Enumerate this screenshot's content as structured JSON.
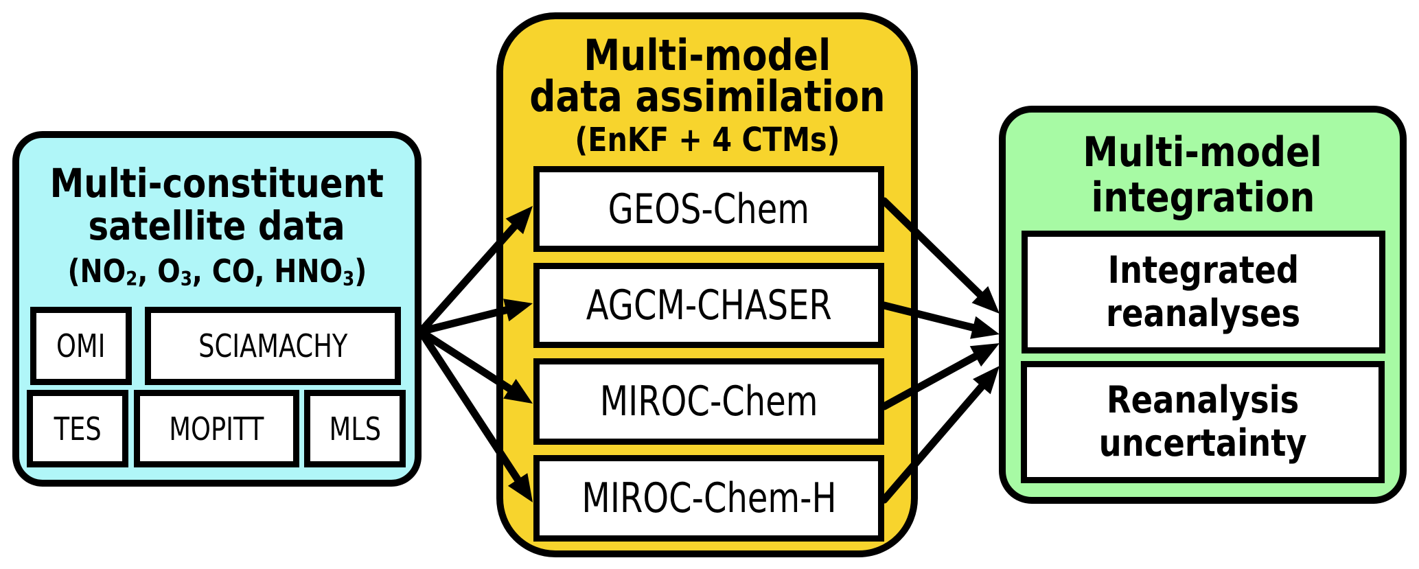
{
  "diagram": {
    "panels": {
      "satellite": {
        "title_line1": "Multi-constituent",
        "title_line2": "satellite data",
        "species": [
          {
            "base": "NO",
            "sub": "2",
            "sep": ", "
          },
          {
            "base": "O",
            "sub": "3",
            "sep": ", "
          },
          {
            "base": "CO",
            "sub": "",
            "sep": ", "
          },
          {
            "base": "HNO",
            "sub": "3",
            "sep": ""
          }
        ],
        "paren_open": "(",
        "paren_close": ")",
        "instruments": [
          "OMI",
          "SCIAMACHY",
          "TES",
          "MOPITT",
          "MLS"
        ],
        "color": "#B0F6F8"
      },
      "assimilation": {
        "title_line1": "Multi-model",
        "title_line2": "data assimilation",
        "subtitle": "(EnKF + 4 CTMs)",
        "models": [
          "GEOS-Chem",
          "AGCM-CHASER",
          "MIROC-Chem",
          "MIROC-Chem-H"
        ],
        "color": "#F7D42D"
      },
      "integration": {
        "title_line1": "Multi-model",
        "title_line2": "integration",
        "outputs": [
          {
            "line1": "Integrated",
            "line2": "reanalyses"
          },
          {
            "line1": "Reanalysis",
            "line2": "uncertainty"
          }
        ],
        "color": "#A7FAA4"
      }
    },
    "edges": [
      {
        "from": "satellite",
        "to": "GEOS-Chem"
      },
      {
        "from": "satellite",
        "to": "AGCM-CHASER"
      },
      {
        "from": "satellite",
        "to": "MIROC-Chem"
      },
      {
        "from": "satellite",
        "to": "MIROC-Chem-H"
      },
      {
        "from": "GEOS-Chem",
        "to": "integration"
      },
      {
        "from": "AGCM-CHASER",
        "to": "integration"
      },
      {
        "from": "MIROC-Chem",
        "to": "integration"
      },
      {
        "from": "MIROC-Chem-H",
        "to": "integration"
      }
    ]
  }
}
